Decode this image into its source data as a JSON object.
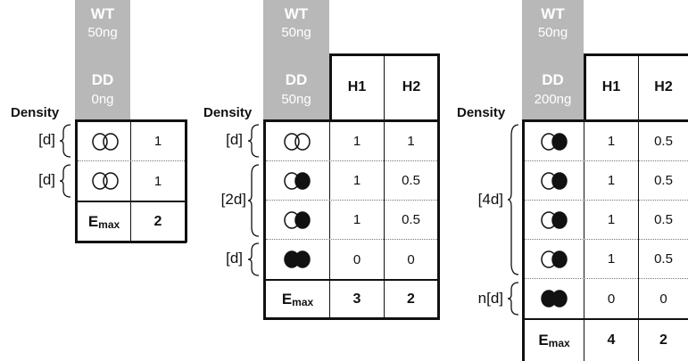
{
  "labels": {
    "genotype_wt": "WT",
    "genotype_dd": "DD",
    "density_header": "Density",
    "emax_main": "E",
    "emax_sub": "max",
    "col_h1": "H1",
    "col_h2": "H2"
  },
  "panels": [
    {
      "wt_amount": "50ng",
      "dd_amount": "0ng",
      "rows": [
        {
          "density": "[d]",
          "genotype": "open-open",
          "h1": "1"
        },
        {
          "density": "[d]",
          "genotype": "open-open",
          "h1": "1"
        }
      ],
      "emax": {
        "h1": "2"
      }
    },
    {
      "wt_amount": "50ng",
      "dd_amount": "50ng",
      "rows": [
        {
          "density": "[d]",
          "genotype": "open-open",
          "h1": "1",
          "h2": "1"
        },
        {
          "density": "[2d]",
          "genotype": "open-filled",
          "h1": "1",
          "h2": "0.5"
        },
        {
          "density": "",
          "genotype": "open-filled",
          "h1": "1",
          "h2": "0.5"
        },
        {
          "density": "[d]",
          "genotype": "filled-filled",
          "h1": "0",
          "h2": "0"
        }
      ],
      "emax": {
        "h1": "3",
        "h2": "2"
      }
    },
    {
      "wt_amount": "50ng",
      "dd_amount": "200ng",
      "rows": [
        {
          "density": "[4d]",
          "genotype": "open-filled",
          "h1": "1",
          "h2": "0.5"
        },
        {
          "density": "",
          "genotype": "open-filled",
          "h1": "1",
          "h2": "0.5"
        },
        {
          "density": "",
          "genotype": "open-filled",
          "h1": "1",
          "h2": "0.5"
        },
        {
          "density": "",
          "genotype": "open-filled",
          "h1": "1",
          "h2": "0.5"
        },
        {
          "density": "n[d]",
          "genotype": "filled-filled",
          "h1": "0",
          "h2": "0"
        }
      ],
      "emax": {
        "h1": "4",
        "h2": "2"
      }
    }
  ]
}
